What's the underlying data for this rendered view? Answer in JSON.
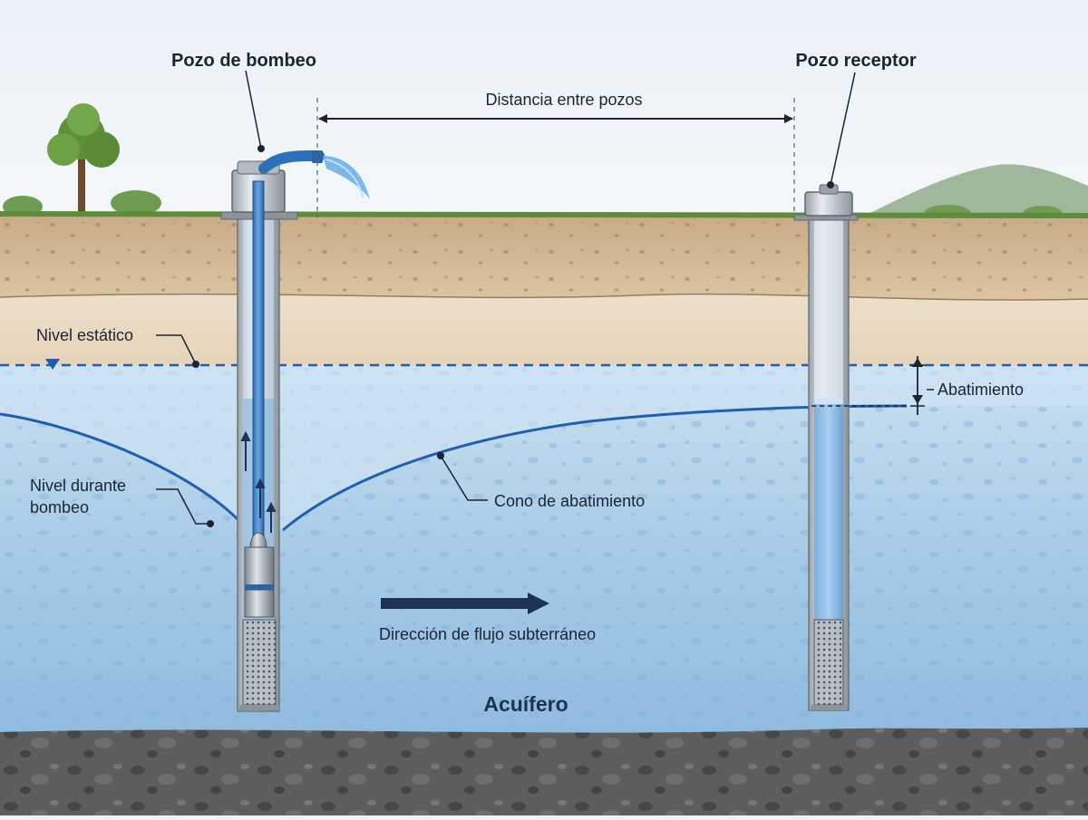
{
  "labels": {
    "pumping_well": "Pozo de bombeo",
    "observation_well": "Pozo receptor",
    "distance": "Distancia entre pozos",
    "static_level": "Nivel estático",
    "drawdown": "Abatimiento",
    "pumping_level_line1": "Nivel durante",
    "pumping_level_line2": "bombeo",
    "cone": "Cono de abatimiento",
    "flow_direction": "Dirección de flujo subterráneo",
    "aquifer": "Acuífero"
  },
  "colors": {
    "sky": "#eef3f7",
    "topsoil": "#d8c2a3",
    "sand": "#eadbc6",
    "aquifer": "#9fc8e6",
    "water_line": "#1f5fae",
    "bedrock": "#5a5c5e",
    "well_casing": "#c7ccd1",
    "dark_arrow": "#1d3257"
  }
}
